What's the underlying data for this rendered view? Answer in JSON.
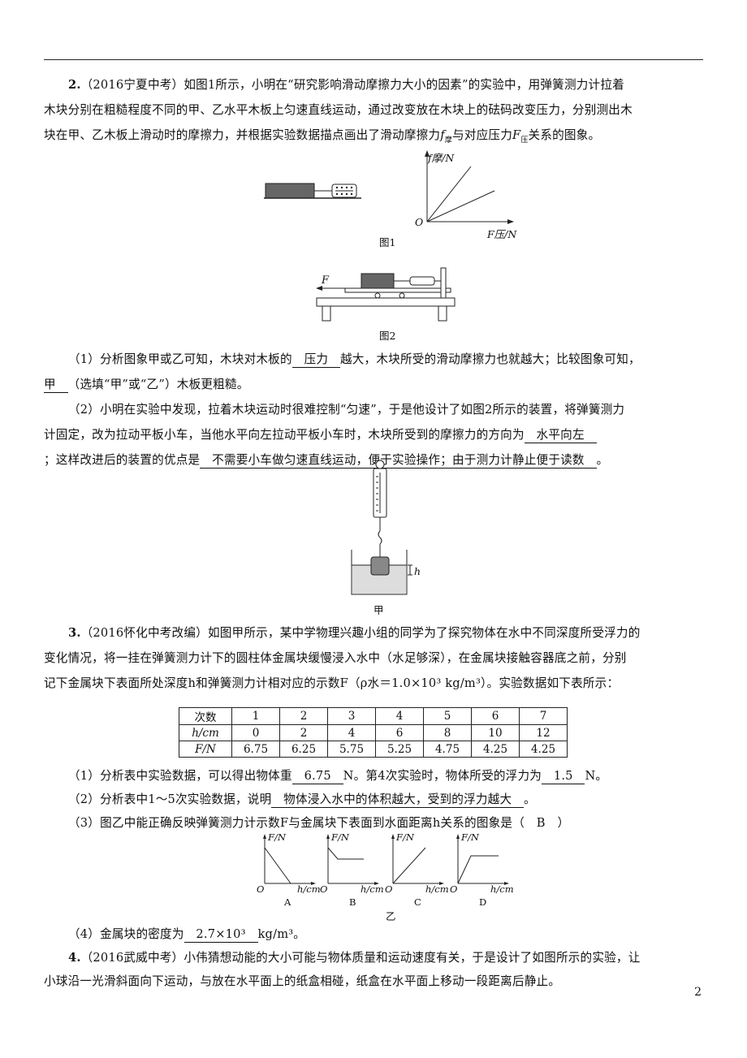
{
  "q2": {
    "number": "2.",
    "source": "（2016宁夏中考）",
    "line1": "如图1所示，小明在“研究影响滑动摩擦力大小的因素”的实验中，用弹簧测力计拉着",
    "line2": "木块分别在粗糙程度不同的甲、乙水平木板上匀速直线运动，通过改变放在木块上的砝码改变压力，分别测出木",
    "line3a": "块在甲、乙木板上滑动时的摩擦力，并根据实验数据描点画出了滑动摩擦力",
    "f_sym": "f",
    "f_sub": "摩",
    "line3b": "与对应压力",
    "F_sym": "F",
    "F_sub": "压",
    "line3c": "关系的图象。",
    "fig1_caption": "图1",
    "fig2_caption": "图2",
    "graph_y_label": "f摩/N",
    "graph_x_label": "F压/N",
    "graph_origin": "O",
    "fig2_force": "F",
    "sub1_a": "（1）分析图象甲或乙可知，木块对木板的",
    "sub1_ans1": "　压力　",
    "sub1_b": "越大，木块所受的滑动摩擦力也就越大；比较图象可知，",
    "sub1_ans2": "甲　",
    "sub1_c": "（选填“甲”或“乙”）木板更粗糙。",
    "sub2_a": "（2）小明在实验中发现，拉着木块运动时很难控制“匀速”，于是他设计了如图2所示的装置，将弹簧测力",
    "sub2_b": "计固定，改为拉动平板小车，当他水平向左拉动平板小车时，木块所受到的摩擦力的方向为",
    "sub2_ans1": "　水平向左　",
    "sub2_c": "；这样改进后的装置的优点是",
    "sub2_ans2": "　不需要小车做匀速直线运动，便于实验操作；由于测力计静止便于读数　",
    "sub2_d": "。"
  },
  "q3": {
    "fig_jia_caption": "甲",
    "fig_h_label": "h",
    "number": "3.",
    "source": "（2016怀化中考改编）",
    "line1": "如图甲所示，某中学物理兴趣小组的同学为了探究物体在水中不同深度所受浮力的",
    "line2": "变化情况，将一挂在弹簧测力计下的圆柱体金属块缓慢浸入水中（水足够深），在金属块接触容器底之前，分别",
    "line3": "记下金属块下表面所处深度h和弹簧测力计相对应的示数F（ρ水＝1.0×10³ kg/m³）。实验数据如下表所示：",
    "table": {
      "row_labels": [
        "次数",
        "h/cm",
        "F/N"
      ],
      "trials": [
        "1",
        "2",
        "3",
        "4",
        "5",
        "6",
        "7"
      ],
      "h": [
        "0",
        "2",
        "4",
        "6",
        "8",
        "10",
        "12"
      ],
      "F": [
        "6.75",
        "6.25",
        "5.75",
        "5.25",
        "4.75",
        "4.25",
        "4.25"
      ]
    },
    "sub1_a": "（1）分析表中实验数据，可以得出物体重",
    "sub1_ans1": "　6.75　",
    "sub1_b": "N。第4次实验时，物体所受的浮力为",
    "sub1_ans2": "　1.5　",
    "sub1_c": "N。",
    "sub2_a": "（2）分析表中1～5次实验数据，说明",
    "sub2_ans": "　物体浸入水中的体积越大，受到的浮力越大　",
    "sub2_b": "。",
    "sub3": "（3）图乙中能正确反映弹簧测力计示数F与金属块下表面到水面距离h关系的图象是（　B　）",
    "options": [
      "A",
      "B",
      "C",
      "D"
    ],
    "opt_y_label": "F/N",
    "opt_x_label": "h/cm",
    "opt_origin": "O",
    "fig_yi_caption": "乙",
    "sub4_a": "（4）金属块的密度为",
    "sub4_ans": "　2.7×10³　",
    "sub4_b": "kg/m³。"
  },
  "q4": {
    "number": "4.",
    "source": "（2016武威中考）",
    "line1": "小伟猜想动能的大小可能与物体质量和运动速度有关，于是设计了如图所示的实验，让",
    "line2": "小球沿一光滑斜面向下运动，与放在水平面上的纸盒相碰，纸盒在水平面上移动一段距离后静止。"
  },
  "page_number": "2"
}
